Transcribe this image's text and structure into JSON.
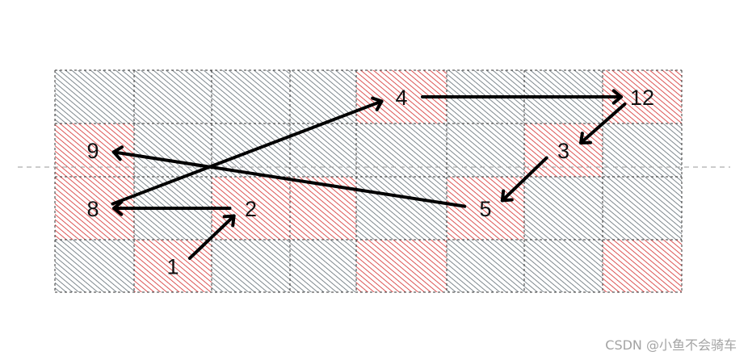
{
  "grid": {
    "rows": 4,
    "cols": 8,
    "highlight_color": "#d42a2a",
    "base_color": "#5f6b73",
    "highlighted_cells": [
      [
        0,
        4
      ],
      [
        0,
        7
      ],
      [
        1,
        0
      ],
      [
        1,
        6
      ],
      [
        2,
        0
      ],
      [
        2,
        2
      ],
      [
        2,
        3
      ],
      [
        2,
        5
      ],
      [
        3,
        1
      ],
      [
        3,
        4
      ],
      [
        3,
        7
      ]
    ],
    "labels": [
      {
        "text": "1",
        "row": 3,
        "col": 1
      },
      {
        "text": "2",
        "row": 2,
        "col": 2
      },
      {
        "text": "3",
        "row": 1,
        "col": 6
      },
      {
        "text": "4",
        "row": 0,
        "col": 4
      },
      {
        "text": "5",
        "row": 2,
        "col": 5
      },
      {
        "text": "8",
        "row": 2,
        "col": 0
      },
      {
        "text": "9",
        "row": 1,
        "col": 0
      },
      {
        "text": "12",
        "row": 0,
        "col": 7
      }
    ],
    "arrows": [
      {
        "from": "1",
        "to": "2"
      },
      {
        "from": "2",
        "to": "8"
      },
      {
        "from": "8",
        "to": "4"
      },
      {
        "from": "4",
        "to": "12"
      },
      {
        "from": "12",
        "to": "3"
      },
      {
        "from": "3",
        "to": "5"
      },
      {
        "from": "5",
        "to": "9"
      }
    ],
    "divider_between_rows": [
      1,
      2
    ]
  },
  "watermark": "CSDN @小鱼不会骑车"
}
